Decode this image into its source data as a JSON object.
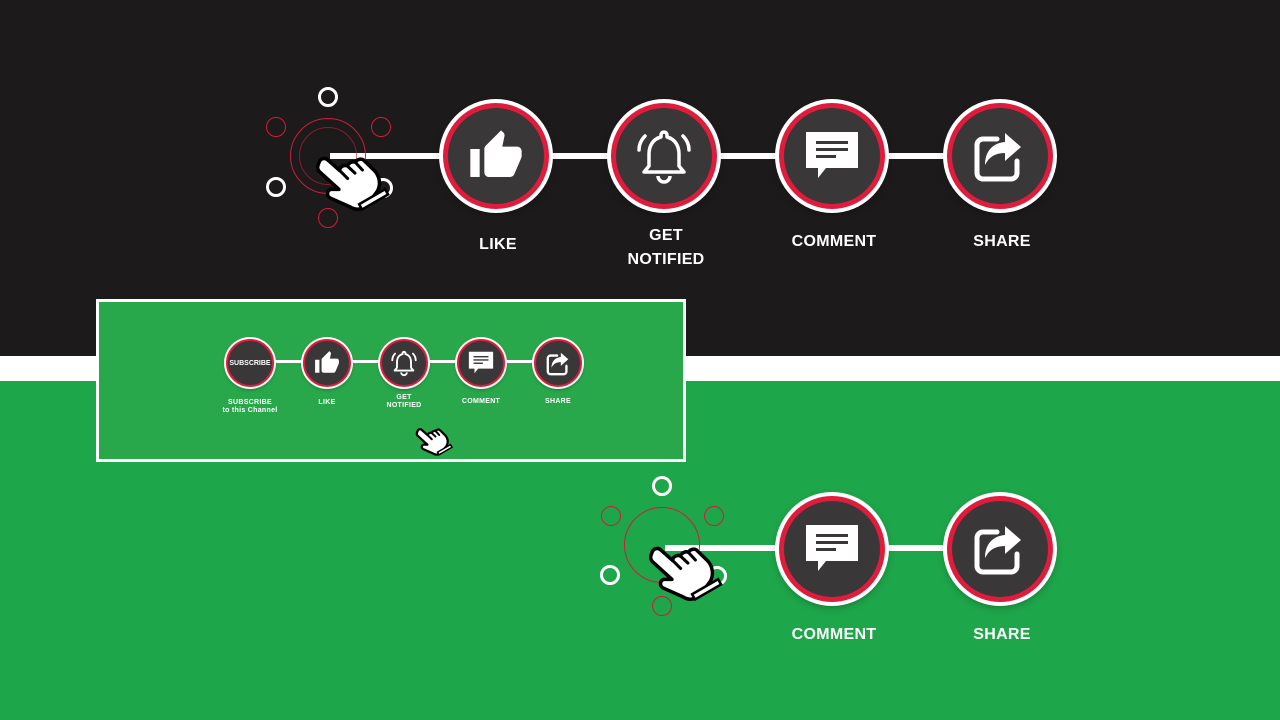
{
  "colors": {
    "dark_background": "#1c1a1b",
    "green_background": "#1ea64a",
    "divider": "#ffffff",
    "button_fill": "#3a3739",
    "button_ring": "#e01c3c",
    "label": "#ffffff"
  },
  "top_row": {
    "buttons": [
      {
        "icon": "thumbs-up-icon",
        "label": "LIKE"
      },
      {
        "icon": "bell-icon",
        "label": "GET\nNOTIFIED"
      },
      {
        "icon": "comment-icon",
        "label": "COMMENT"
      },
      {
        "icon": "share-icon",
        "label": "SHARE"
      }
    ],
    "cursor_icon": "hand-pointer-icon"
  },
  "preview_panel": {
    "buttons": [
      {
        "icon": "subscribe-badge",
        "text": "SUBSCRIBE",
        "label": "SUBSCRIBE\nto this Channel"
      },
      {
        "icon": "thumbs-up-icon",
        "label": "LIKE"
      },
      {
        "icon": "bell-icon",
        "label": "GET\nNOTIFIED"
      },
      {
        "icon": "comment-icon",
        "label": "COMMENT"
      },
      {
        "icon": "share-icon",
        "label": "SHARE"
      }
    ],
    "cursor_icon": "hand-pointer-icon"
  },
  "bottom_row": {
    "buttons": [
      {
        "icon": "comment-icon",
        "label": "COMMENT"
      },
      {
        "icon": "share-icon",
        "label": "SHARE"
      }
    ],
    "cursor_icon": "hand-pointer-icon"
  }
}
